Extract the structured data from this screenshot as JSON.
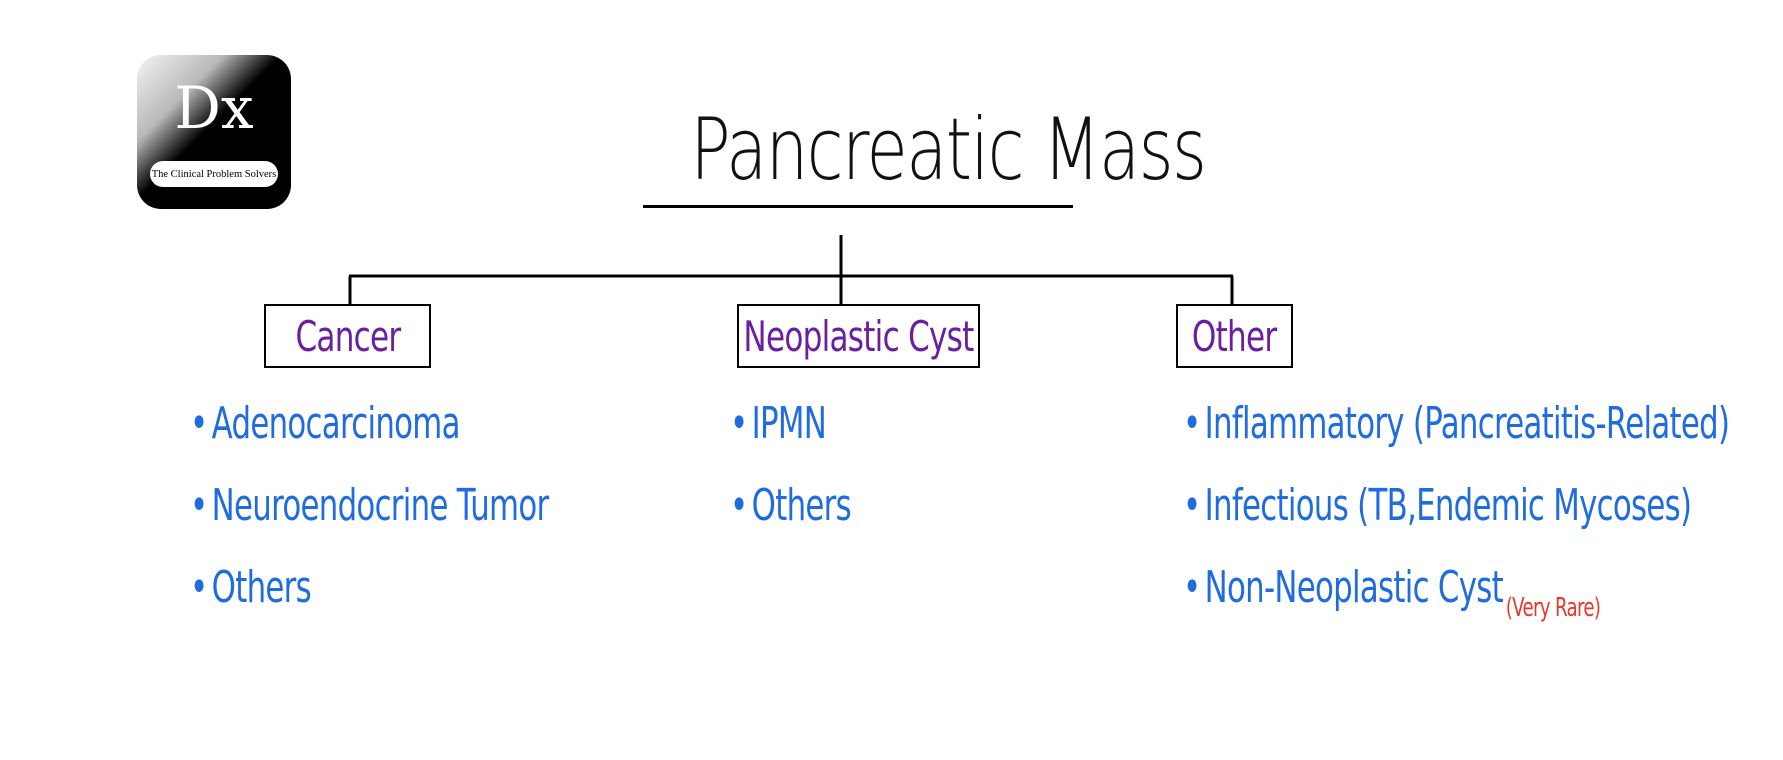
{
  "logo": {
    "mark": "Dx",
    "tagline": "The Clinical Problem Solvers"
  },
  "title": "Pancreatic Mass",
  "colors": {
    "category": "#6a1fa0",
    "item": "#1f6be0",
    "note": "#e53a2a",
    "lines": "#000000"
  },
  "categories": [
    {
      "label": "Cancer",
      "items": [
        {
          "text": "Adenocarcinoma"
        },
        {
          "text": "Neuroendocrine Tumor"
        },
        {
          "text": "Others"
        }
      ]
    },
    {
      "label": "Neoplastic Cyst",
      "items": [
        {
          "text": "IPMN"
        },
        {
          "text": "Others"
        }
      ]
    },
    {
      "label": "Other",
      "items": [
        {
          "text": "Inflammatory (Pancreatitis-Related)"
        },
        {
          "text": "Infectious (TB,Endemic Mycoses)"
        },
        {
          "text": "Non-Neoplastic Cyst",
          "note": "(Very Rare)"
        }
      ]
    }
  ]
}
